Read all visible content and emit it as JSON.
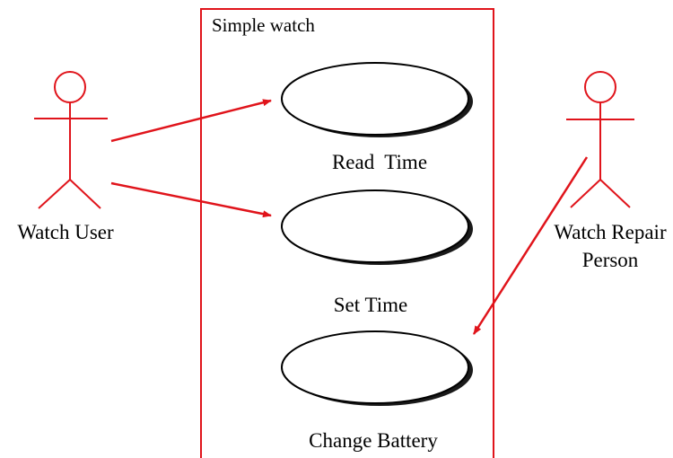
{
  "colors": {
    "accent": "#e0141b",
    "ink": "#000000",
    "shadow": "#1a1a1a",
    "background": "#ffffff"
  },
  "system": {
    "title": "Simple watch"
  },
  "actors": [
    {
      "id": "watch-user",
      "lines": [
        "Watch User"
      ]
    },
    {
      "id": "watch-repair-person",
      "lines": [
        "Watch Repair",
        "Person"
      ]
    }
  ],
  "use_cases": [
    {
      "id": "read-time",
      "label": "Read  Time"
    },
    {
      "id": "set-time",
      "label": "Set Time"
    },
    {
      "id": "change-battery",
      "label": "Change Battery"
    }
  ],
  "associations": [
    {
      "from": "watch-user",
      "to": "read-time"
    },
    {
      "from": "watch-user",
      "to": "set-time"
    },
    {
      "from": "watch-repair-person",
      "to": "change-battery"
    }
  ]
}
